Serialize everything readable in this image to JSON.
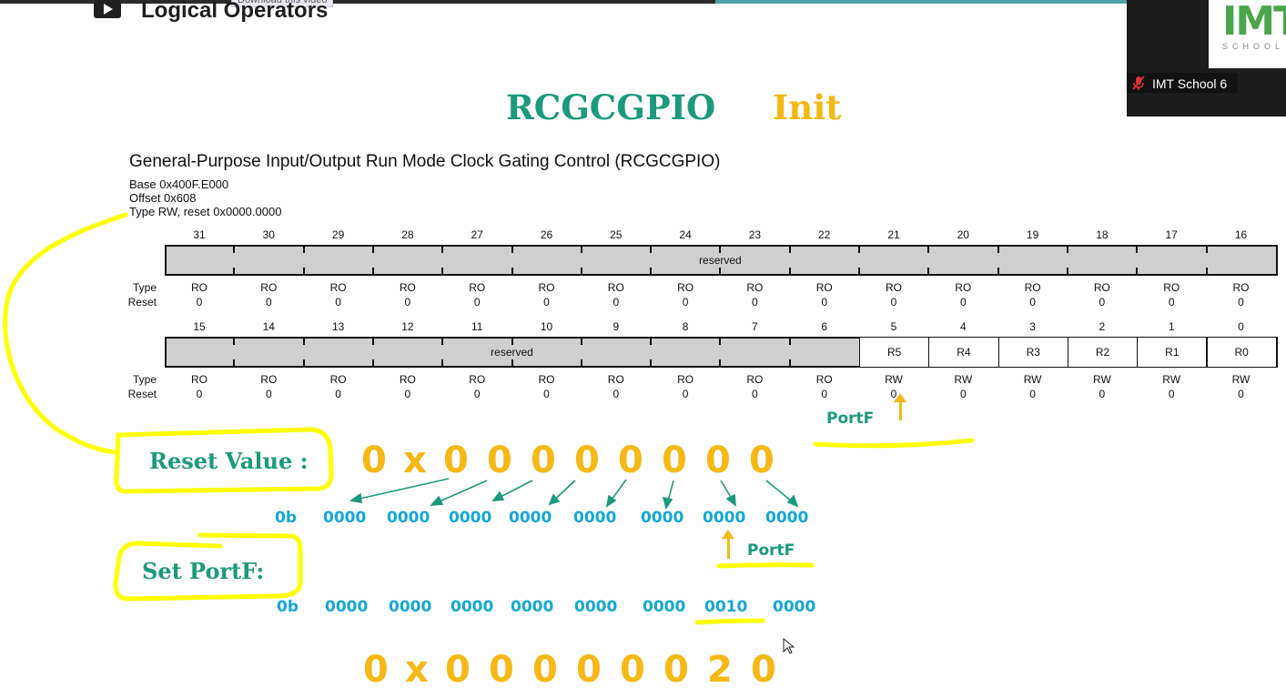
{
  "header": {
    "lesson_title": "Logical Operators",
    "download_label": "Download this video"
  },
  "slide": {
    "title": "RCGCGPIO",
    "title_suffix": "Init",
    "register_name": "General-Purpose Input/Output Run Mode Clock Gating Control (RCGCGPIO)",
    "base": "Base 0x400F.E000",
    "offset": "Offset 0x608",
    "type_reset": "Type RW, reset 0x0000.0000",
    "row_labels": {
      "type": "Type",
      "reset": "Reset"
    },
    "upper_bits": [
      "31",
      "30",
      "29",
      "28",
      "27",
      "26",
      "25",
      "24",
      "23",
      "22",
      "21",
      "20",
      "19",
      "18",
      "17",
      "16"
    ],
    "upper_reserved_label": "reserved",
    "upper_types": [
      "RO",
      "RO",
      "RO",
      "RO",
      "RO",
      "RO",
      "RO",
      "RO",
      "RO",
      "RO",
      "RO",
      "RO",
      "RO",
      "RO",
      "RO",
      "RO"
    ],
    "upper_resets": [
      "0",
      "0",
      "0",
      "0",
      "0",
      "0",
      "0",
      "0",
      "0",
      "0",
      "0",
      "0",
      "0",
      "0",
      "0",
      "0"
    ],
    "lower_bits": [
      "15",
      "14",
      "13",
      "12",
      "11",
      "10",
      "9",
      "8",
      "7",
      "6",
      "5",
      "4",
      "3",
      "2",
      "1",
      "0"
    ],
    "lower_reserved_label": "reserved",
    "lower_fields": [
      "R5",
      "R4",
      "R3",
      "R2",
      "R1",
      "R0"
    ],
    "lower_types": [
      "RO",
      "RO",
      "RO",
      "RO",
      "RO",
      "RO",
      "RO",
      "RO",
      "RO",
      "RO",
      "RW",
      "RW",
      "RW",
      "RW",
      "RW",
      "RW"
    ],
    "lower_resets": [
      "0",
      "0",
      "0",
      "0",
      "0",
      "0",
      "0",
      "0",
      "0",
      "0",
      "0",
      "0",
      "0",
      "0",
      "0",
      "0"
    ],
    "portf_label_top": "PortF",
    "reset_value_label": "Reset Value :",
    "reset_hex": [
      "0",
      "x",
      "0",
      "0",
      "0",
      "0",
      "0",
      "0",
      "0",
      "0"
    ],
    "reset_bin_prefix": "0b",
    "reset_bin_groups": [
      "0000",
      "0000",
      "0000",
      "0000",
      "0000",
      "0000",
      "0000",
      "0000"
    ],
    "portf_label_mid": "PortF",
    "set_portf_label": "Set PortF:",
    "set_bin_prefix": "0b",
    "set_bin_groups": [
      "0000",
      "0000",
      "0000",
      "0000",
      "0000",
      "0000",
      "0010",
      "0000"
    ],
    "result_hex": [
      "0",
      "x",
      "0",
      "0",
      "0",
      "0",
      "0",
      "0",
      "2",
      "0"
    ]
  },
  "webcam": {
    "logo_text": "IMT",
    "logo_sub": "SCHOOL",
    "participant_name": "IMT School 6"
  },
  "colors": {
    "teal": "#1b9a7c",
    "gold": "#f5b815",
    "blue": "#14a8d4",
    "highlight": "#ffff00"
  }
}
